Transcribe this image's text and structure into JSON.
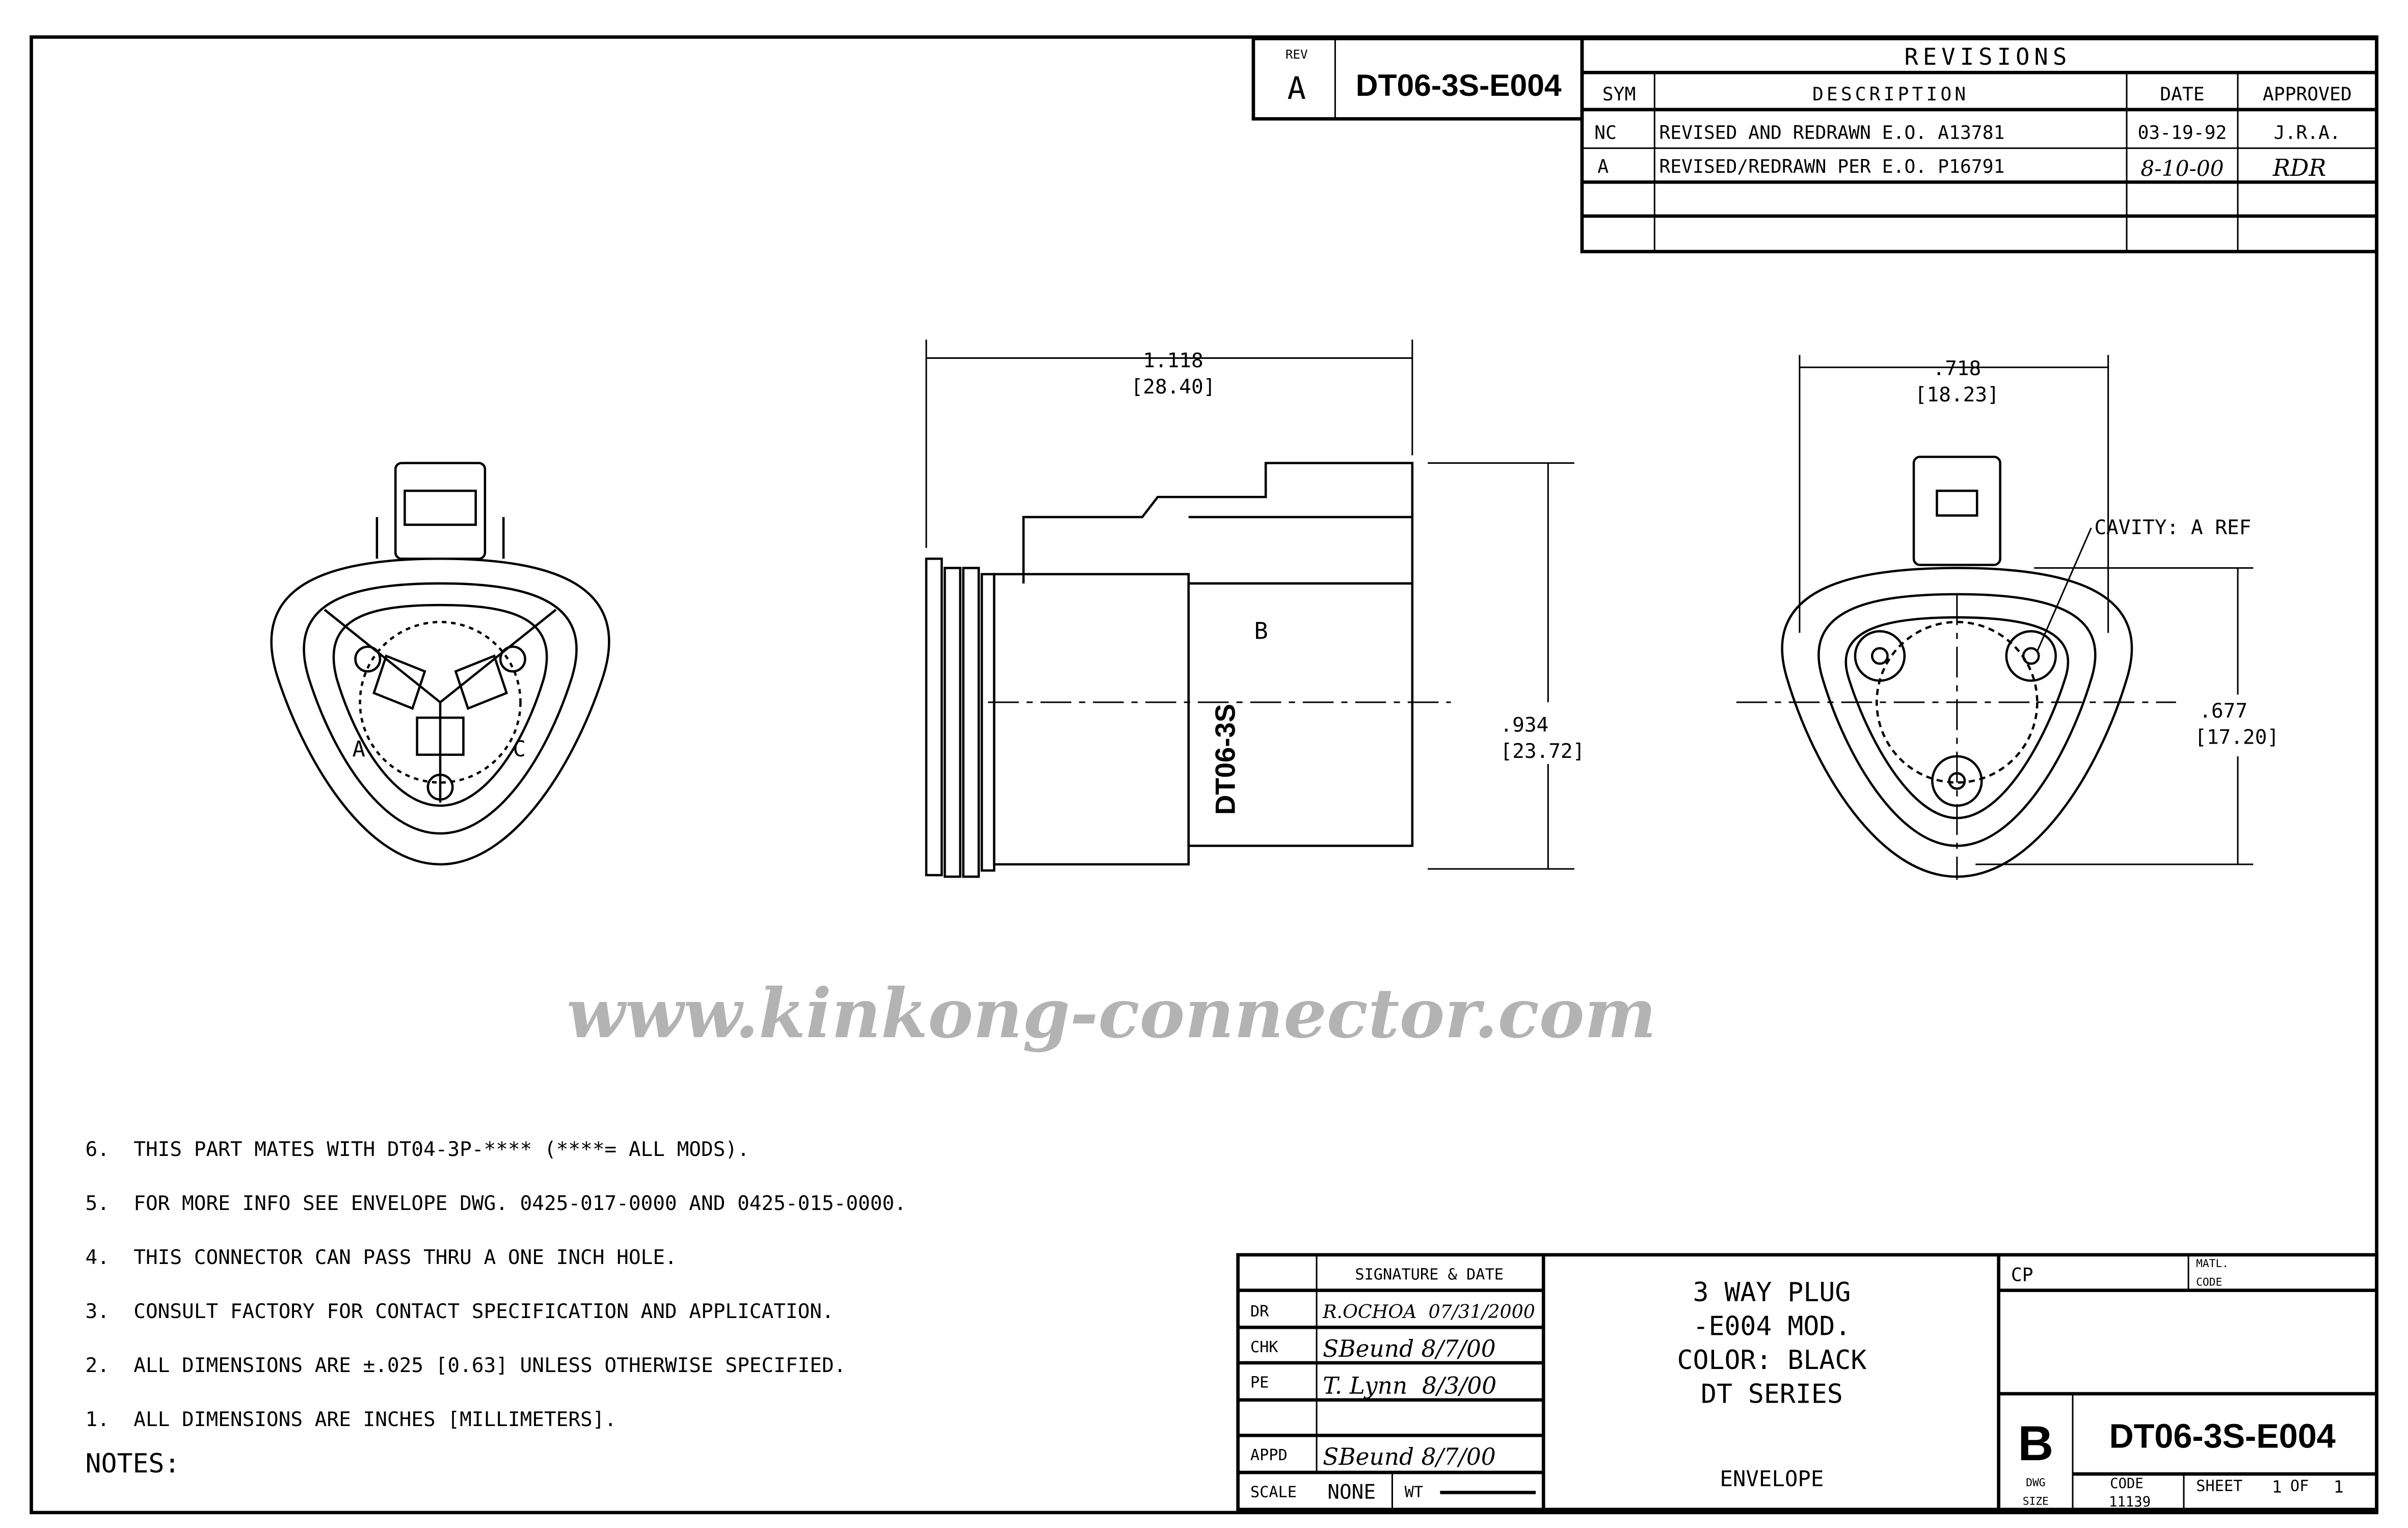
{
  "rev_box": {
    "rev_label": "REV",
    "rev_value": "A",
    "part_number": "DT06-3S-E004"
  },
  "revisions": {
    "title": "REVISIONS",
    "headers": [
      "SYM",
      "DESCRIPTION",
      "DATE",
      "APPROVED"
    ],
    "rows": [
      {
        "sym": "NC",
        "description": "REVISED AND REDRAWN E.O. A13781",
        "date": "03-19-92",
        "approved": "J.R.A."
      },
      {
        "sym": "A",
        "description": "REVISED/REDRAWN PER E.O. P16791",
        "date": "8-10-00",
        "approved": "RDR"
      }
    ]
  },
  "dimensions": {
    "side_length": "1.118",
    "side_length_mm": "[28.40]",
    "side_height": ".934",
    "side_height_mm": "[23.72]",
    "rear_width": ".718",
    "rear_width_mm": "[18.23]",
    "rear_height": ".677",
    "rear_height_mm": "[17.20]",
    "cavity_label": "CAVITY: A REF",
    "body_marking": "DT06-3S",
    "body_letter": "B",
    "front_label_a": "A",
    "front_label_c": "C"
  },
  "watermark": "www.kinkong-connector.com",
  "notes": {
    "title": "NOTES:",
    "items": [
      "6.  THIS PART MATES WITH DT04-3P-**** (****= ALL MODS).",
      "5.  FOR MORE INFO SEE ENVELOPE DWG. 0425-017-0000 AND 0425-015-0000.",
      "4.  THIS CONNECTOR CAN PASS THRU A ONE INCH HOLE.",
      "3.  CONSULT FACTORY FOR CONTACT SPECIFICATION AND APPLICATION.",
      "2.  ALL DIMENSIONS ARE ±.025 [0.63] UNLESS OTHERWISE SPECIFIED.",
      "1.  ALL DIMENSIONS ARE INCHES [MILLIMETERS]."
    ]
  },
  "title_block": {
    "signature_header": "SIGNATURE & DATE",
    "rows": [
      {
        "label": "DR",
        "value": "R.OCHOA  07/31/2000"
      },
      {
        "label": "CHK",
        "value": "SBeund 8/7/00"
      },
      {
        "label": "PE",
        "value": "T. Lynn  8/3/00"
      },
      {
        "label": "APPD",
        "value": "SBeund 8/7/00"
      }
    ],
    "scale_label": "SCALE",
    "scale_value": "NONE",
    "wt_label": "WT",
    "description": [
      "3 WAY PLUG",
      "-E004 MOD.",
      "COLOR: BLACK",
      "DT SERIES"
    ],
    "envelope": "ENVELOPE",
    "cp_label": "CP",
    "matl_code_label_1": "MATL.",
    "matl_code_label_2": "CODE",
    "dwg_size": "B",
    "dwg_size_label_1": "DWG",
    "dwg_size_label_2": "SIZE",
    "drawing_number": "DT06-3S-E004",
    "code_label": "CODE",
    "code_value": "11139",
    "sheet_label": "SHEET",
    "sheet_value": "1",
    "of_label": "OF",
    "of_value": "1"
  }
}
